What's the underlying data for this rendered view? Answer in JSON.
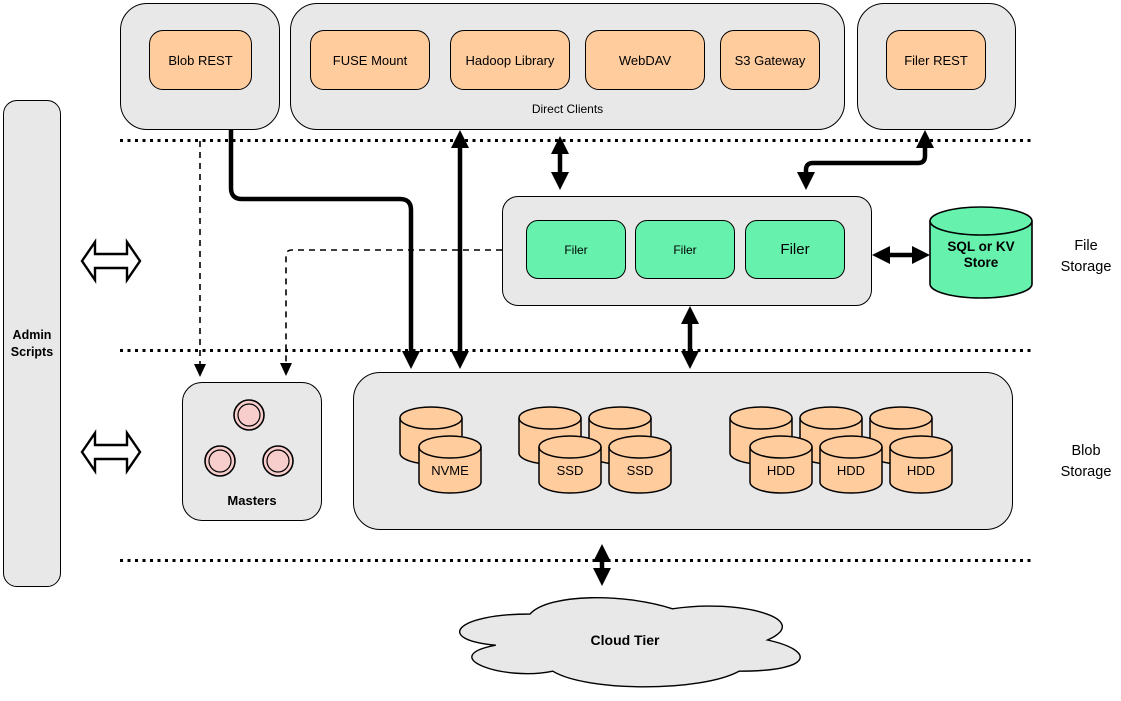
{
  "top": {
    "blob_rest": {
      "label": "Blob REST"
    },
    "direct_clients": {
      "label": "Direct Clients",
      "items": [
        "FUSE Mount",
        "Hadoop Library",
        "WebDAV",
        "S3 Gateway"
      ]
    },
    "filer_rest": {
      "label": "Filer REST"
    }
  },
  "admin": {
    "label": "Admin Scripts"
  },
  "file_storage": {
    "filers": [
      "Filer",
      "Filer",
      "Filer"
    ],
    "kv_store_label": "SQL or KV Store",
    "layer_label": "File Storage"
  },
  "blob_storage": {
    "masters_label": "Masters",
    "disks": [
      "NVME",
      "SSD",
      "SSD",
      "HDD",
      "HDD",
      "HDD"
    ],
    "layer_label": "Blob Storage"
  },
  "cloud": {
    "label": "Cloud Tier"
  },
  "colors": {
    "container_grey": "#e8e8e8",
    "client_orange": "#ffcc9e",
    "filer_green": "#66f2ad",
    "master_pink": "#f8cecc",
    "stroke": "#000000"
  }
}
